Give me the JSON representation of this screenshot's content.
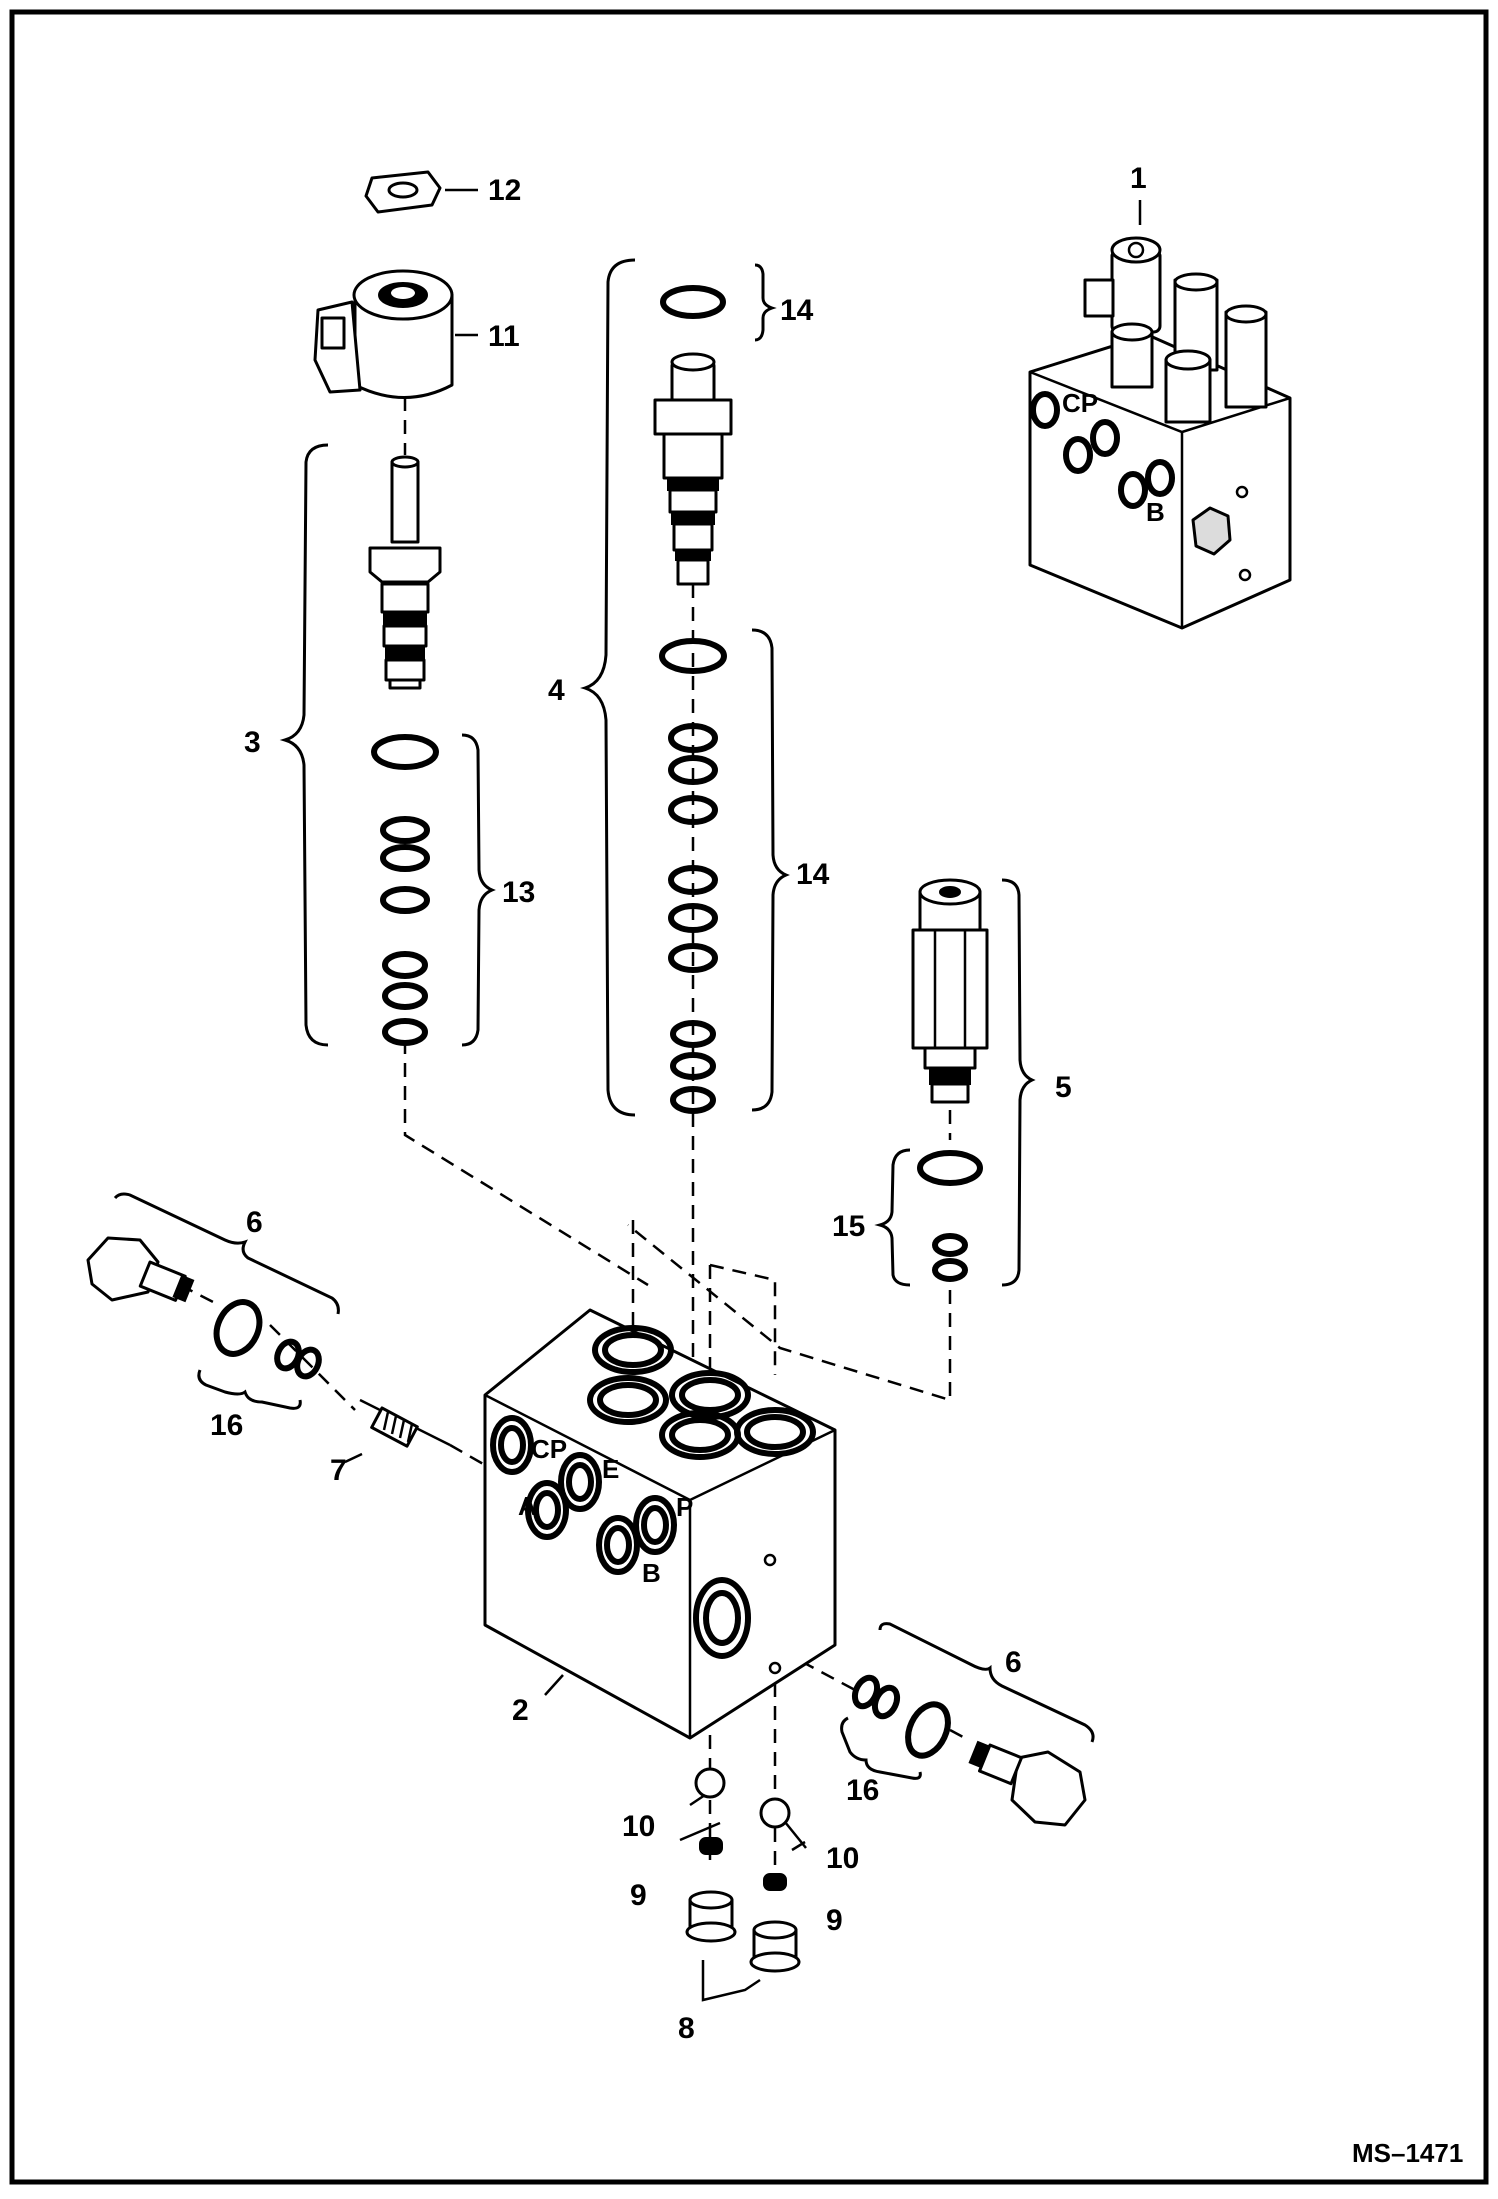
{
  "diagram": {
    "reference_code": "MS–1471",
    "callouts": [
      {
        "id": "c1",
        "text": "1"
      },
      {
        "id": "c2",
        "text": "2"
      },
      {
        "id": "c3",
        "text": "3"
      },
      {
        "id": "c4",
        "text": "4"
      },
      {
        "id": "c5",
        "text": "5"
      },
      {
        "id": "c6a",
        "text": "6"
      },
      {
        "id": "c6b",
        "text": "6"
      },
      {
        "id": "c7",
        "text": "7"
      },
      {
        "id": "c8",
        "text": "8"
      },
      {
        "id": "c9a",
        "text": "9"
      },
      {
        "id": "c9b",
        "text": "9"
      },
      {
        "id": "c10a",
        "text": "10"
      },
      {
        "id": "c10b",
        "text": "10"
      },
      {
        "id": "c11",
        "text": "11"
      },
      {
        "id": "c12",
        "text": "12"
      },
      {
        "id": "c13",
        "text": "13"
      },
      {
        "id": "c14a",
        "text": "14"
      },
      {
        "id": "c14b",
        "text": "14"
      },
      {
        "id": "c15",
        "text": "15"
      },
      {
        "id": "c16a",
        "text": "16"
      },
      {
        "id": "c16b",
        "text": "16"
      }
    ],
    "port_marks": [
      "CP",
      "E",
      "A",
      "P",
      "B",
      "CP",
      "B"
    ]
  }
}
